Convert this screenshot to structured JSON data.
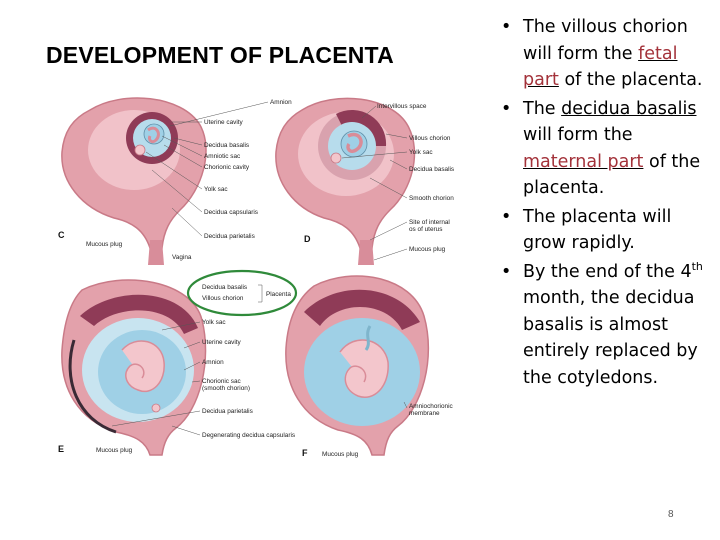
{
  "slide": {
    "title": "DEVELOPMENT OF PLACENTA",
    "page_number": "8"
  },
  "figure": {
    "panels": {
      "c": "C",
      "d": "D",
      "e": "E",
      "f": "F"
    },
    "labels_c": {
      "amnion": "Amnion",
      "uterine_cavity": "Uterine cavity",
      "decidua_basalis": "Decidua basalis",
      "amniotic_sac": "Amniotic sac",
      "chorionic_cavity": "Chorionic cavity",
      "yolk_sac": "Yolk sac",
      "decidua_capsularis": "Decidua capsularis",
      "decidua_parietalis": "Decidua parietalis",
      "mucous_plug": "Mucous plug",
      "vagina": "Vagina"
    },
    "labels_d": {
      "intervillous_space": "Intervillous space",
      "villous_chorion": "Villous chorion",
      "yolk_sac": "Yolk sac",
      "decidua_basalis": "Decidua basalis",
      "smooth_chorion": "Smooth chorion",
      "site_internal_os_1": "Site of internal",
      "site_internal_os_2": "os of uterus",
      "mucous_plug": "Mucous plug"
    },
    "labels_e": {
      "decidua_basalis": "Decidua basalis",
      "villous_chorion": "Villous chorion",
      "placenta": "Placenta",
      "yolk_sac": "Yolk sac",
      "uterine_cavity": "Uterine cavity",
      "amnion": "Amnion",
      "chorionic_sac_1": "Chorionic sac",
      "chorionic_sac_2": "(smooth chorion)",
      "decidua_parietalis": "Decidua parietalis",
      "degenerating_decidua": "Degenerating decidua capsularis",
      "mucous_plug": "Mucous plug"
    },
    "labels_f": {
      "amniochorionic_1": "Amniochorionic",
      "amniochorionic_2": "membrane",
      "mucous_plug": "Mucous plug"
    },
    "colors": {
      "uterus": "#e3a1ab",
      "uterus_dark": "#c97a87",
      "amniotic_fluid": "#9fd0e6",
      "decidua": "#8f3b57",
      "embryo": "#f3c6cc",
      "highlight_ellipse": "#2f8a3a"
    }
  },
  "bullets": [
    {
      "dot": "•",
      "p1": "The villous chorion will form the ",
      "r1": "fetal part",
      "p2": " of the placenta."
    },
    {
      "dot": "•",
      "p1": "The ",
      "u1": "decidua basalis",
      "p2": " will form the ",
      "r1": "maternal part",
      "p3": " of the placenta."
    },
    {
      "dot": "•",
      "p1": "The placenta will grow rapidly."
    },
    {
      "dot": "•",
      "p1": "By the end of the 4",
      "sup": "th",
      "p2": " month, the decidua basalis is almost entirely replaced by the cotyledons."
    }
  ]
}
